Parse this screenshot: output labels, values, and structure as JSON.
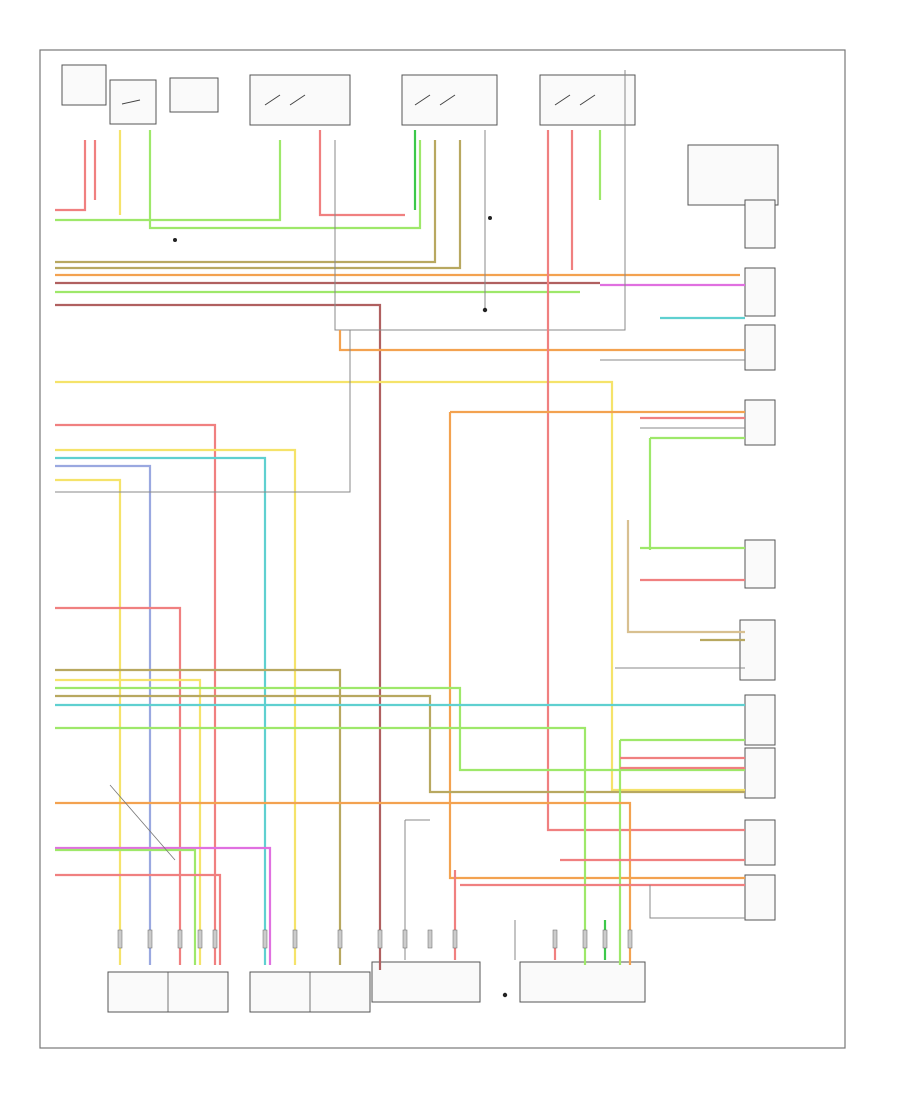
{
  "diagram": {
    "footer_code": "",
    "colors": {
      "red": "#f08080",
      "yellow": "#f5e36a",
      "lightgreen": "#9ee86a",
      "green": "#3cc84a",
      "olive": "#b8a860",
      "orange": "#f3a250",
      "pink": "#e070e0",
      "cyan": "#5fd0d0",
      "brown": "#b06060",
      "grey": "#888888",
      "blue": "#9aa8e0",
      "black": "#444444",
      "tan": "#d8c090"
    },
    "components": [
      {
        "id": "comp-battery",
        "label": "",
        "icon": "battery-icon"
      },
      {
        "id": "comp-relay-a",
        "label": "",
        "icon": "relay-icon"
      },
      {
        "id": "comp-relay-b",
        "label": "",
        "icon": "relay-icon"
      },
      {
        "id": "comp-relay-c",
        "label": "",
        "icon": "relay-icon"
      },
      {
        "id": "comp-relay-d",
        "label": "",
        "icon": "relay-icon"
      },
      {
        "id": "comp-module-a",
        "label": "",
        "icon": "module-icon"
      },
      {
        "id": "comp-module-b",
        "label": "",
        "icon": "module-icon"
      },
      {
        "id": "comp-module-c",
        "label": "",
        "icon": "module-icon"
      },
      {
        "id": "comp-module-d",
        "label": "",
        "icon": "module-icon"
      }
    ]
  }
}
